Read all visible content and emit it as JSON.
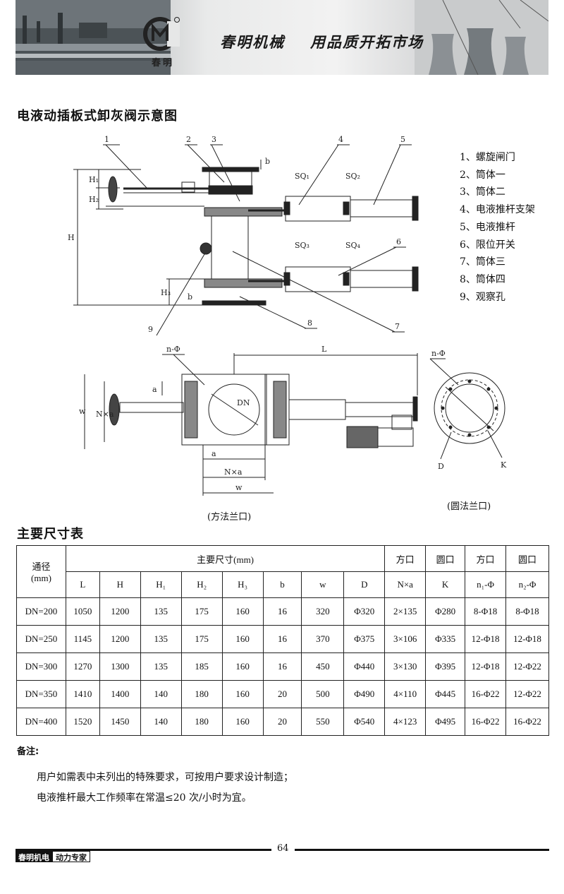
{
  "header": {
    "logo_text": "春明",
    "slogan_left": "春明机械",
    "slogan_right": "用品质开拓市场"
  },
  "diagram_title": "电液动插板式卸灰阀示意图",
  "legend": [
    "1、螺旋闸门",
    "2、筒体一",
    "3、筒体二",
    "4、电液推杆支架",
    "5、电液推杆",
    "6、限位开关",
    "7、筒体三",
    "8、筒体四",
    "9、观察孔"
  ],
  "diagram_labels": {
    "callouts": [
      "1",
      "2",
      "3",
      "4",
      "5",
      "6",
      "7",
      "8",
      "9"
    ],
    "sq1": "SQ₁",
    "sq2": "SQ₂",
    "sq3": "SQ₃",
    "sq4": "SQ₄",
    "H": "H",
    "H1": "H₁",
    "H2": "H₂",
    "H3": "H₃",
    "b": "b",
    "L": "L",
    "n_phi": "n-Φ",
    "a": "a",
    "w": "w",
    "Nxa": "N×a",
    "DN": "DN",
    "D": "D",
    "K": "K"
  },
  "captions": {
    "square": "(方法兰口)",
    "round": "(圆法兰口)"
  },
  "table_title": "主要尺寸表",
  "table": {
    "h_nominal": "通径",
    "h_nominal_unit": "(mm)",
    "h_main": "主要尺寸(mm)",
    "h_square": "方口",
    "h_round": "圆口",
    "h_square2": "方口",
    "h_round2": "圆口",
    "cols": [
      "L",
      "H",
      "H₁",
      "H₂",
      "H₃",
      "b",
      "w",
      "D",
      "N×a",
      "K",
      "n₁-Φ",
      "n₂-Φ"
    ],
    "rows": [
      [
        "DN=200",
        "1050",
        "1200",
        "135",
        "175",
        "160",
        "16",
        "320",
        "Φ320",
        "2×135",
        "Φ280",
        "8-Φ18",
        "8-Φ18"
      ],
      [
        "DN=250",
        "1145",
        "1200",
        "135",
        "175",
        "160",
        "16",
        "370",
        "Φ375",
        "3×106",
        "Φ335",
        "12-Φ18",
        "12-Φ18"
      ],
      [
        "DN=300",
        "1270",
        "1300",
        "135",
        "185",
        "160",
        "16",
        "450",
        "Φ440",
        "3×130",
        "Φ395",
        "12-Φ18",
        "12-Φ22"
      ],
      [
        "DN=350",
        "1410",
        "1400",
        "140",
        "180",
        "160",
        "20",
        "500",
        "Φ490",
        "4×110",
        "Φ445",
        "16-Φ22",
        "12-Φ22"
      ],
      [
        "DN=400",
        "1520",
        "1450",
        "140",
        "180",
        "160",
        "20",
        "550",
        "Φ540",
        "4×123",
        "Φ495",
        "16-Φ22",
        "16-Φ22"
      ]
    ]
  },
  "notes": {
    "title": "备注:",
    "lines": [
      "用户如需表中未列出的特殊要求，可按用户要求设计制造；",
      "电液推杆最大工作频率在常温≤20 次/小时为宜。"
    ]
  },
  "footer": {
    "brand": "春明机电",
    "tag": "动力专家",
    "page": "64"
  }
}
